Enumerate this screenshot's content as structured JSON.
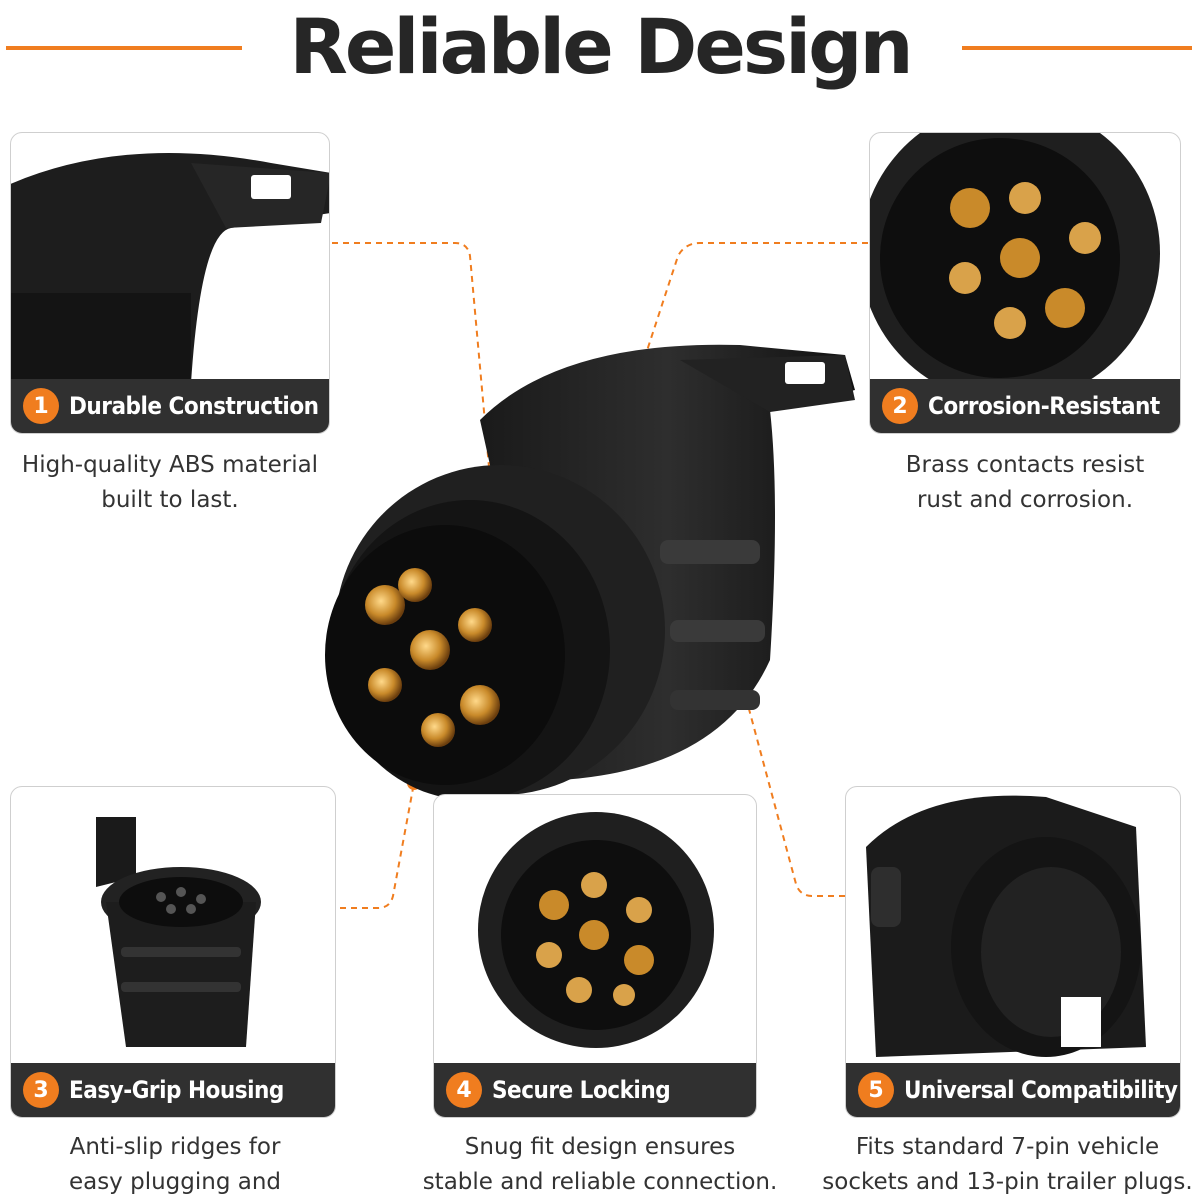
{
  "title": "Reliable Design",
  "accent_color": "#f07d1f",
  "label_bg_color": "#303030",
  "features": [
    {
      "number": "1",
      "label": "Durable Construction",
      "desc_line1": "High-quality ABS material",
      "desc_line2": "built to last."
    },
    {
      "number": "2",
      "label": "Corrosion-Resistant",
      "desc_line1": "Brass contacts resist",
      "desc_line2": "rust and corrosion."
    },
    {
      "number": "3",
      "label": "Easy-Grip Housing",
      "desc_line1": "Anti-slip ridges for",
      "desc_line2": "easy plugging and unplugging."
    },
    {
      "number": "4",
      "label": "Secure Locking",
      "desc_line1": "Snug fit design ensures",
      "desc_line2": "stable and reliable connection."
    },
    {
      "number": "5",
      "label": "Universal Compatibility",
      "desc_line1": "Fits standard 7-pin vehicle",
      "desc_line2": "sockets and 13-pin trailer plugs."
    }
  ]
}
